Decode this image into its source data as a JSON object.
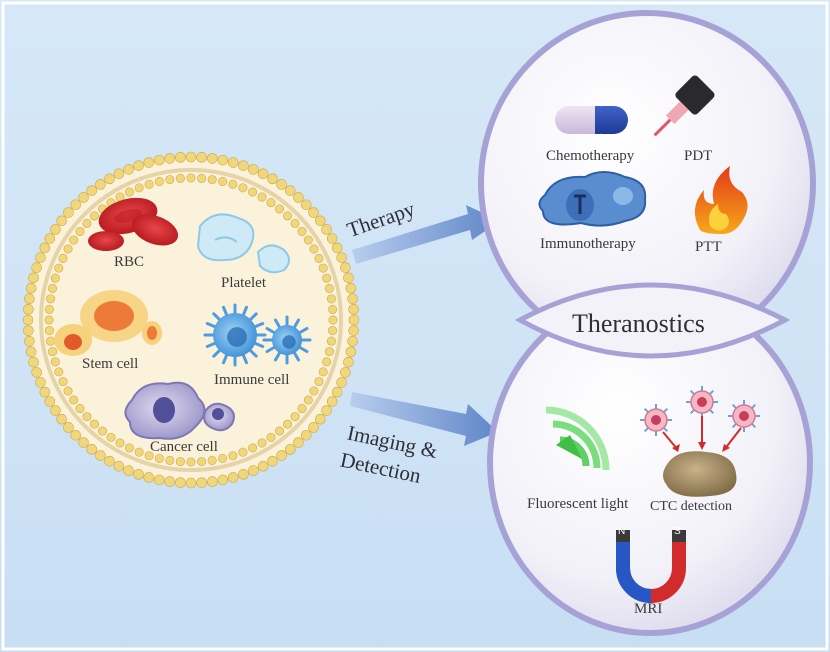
{
  "cell_panel": {
    "rbc": "RBC",
    "platelet": "Platelet",
    "stem_cell": "Stem cell",
    "immune_cell": "Immune cell",
    "cancer_cell": "Cancer cell"
  },
  "arrows": {
    "therapy": "Therapy",
    "imaging_line1": "Imaging &",
    "imaging_line2": "Detection"
  },
  "therapy_panel": {
    "chemotherapy": "Chemotherapy",
    "pdt": "PDT",
    "immunotherapy": "Immunotherapy",
    "ptt": "PTT"
  },
  "center_label": "Theranostics",
  "imaging_panel": {
    "fluorescent": "Fluorescent light",
    "ctc": "CTC detection",
    "mri": "MRI",
    "magnet_n": "N",
    "magnet_s": "S"
  },
  "colors": {
    "background": "#d2e5f6",
    "membrane_head": "#f2d77a",
    "cell_interior": "#fbf2dc",
    "arrow": "#5f86c8",
    "circle_border": "#9a95cf"
  }
}
